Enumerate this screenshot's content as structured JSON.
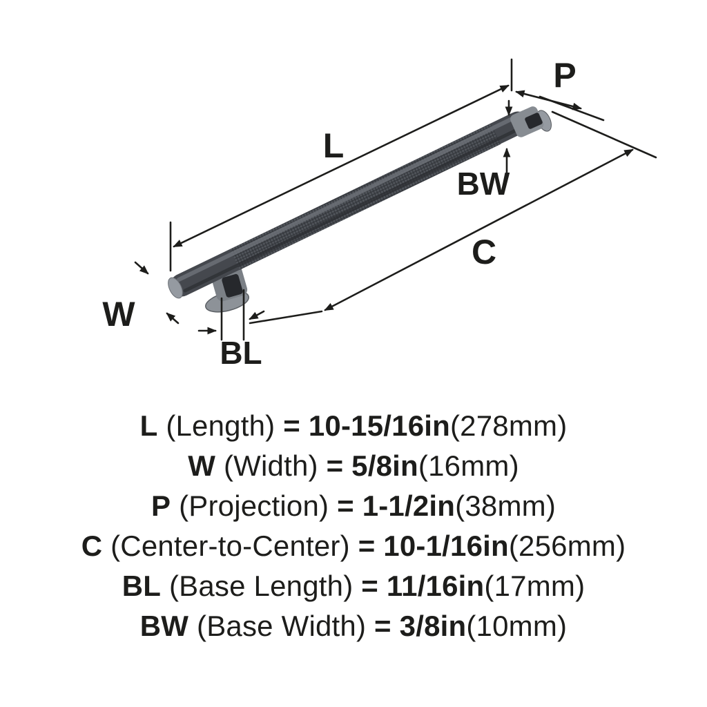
{
  "diagram": {
    "labels": {
      "length": "L",
      "width": "W",
      "projection": "P",
      "center_to_center": "C",
      "base_length": "BL",
      "base_width": "BW"
    }
  },
  "specs": [
    {
      "symbol": "L",
      "name": "(Length)",
      "equals": "=",
      "value": "10-15/16in",
      "metric": "(278mm)"
    },
    {
      "symbol": "W",
      "name": "(Width)",
      "equals": "=",
      "value": "5/8in",
      "metric": "(16mm)"
    },
    {
      "symbol": "P",
      "name": "(Projection)",
      "equals": "=",
      "value": "1-1/2in",
      "metric": "(38mm)"
    },
    {
      "symbol": "C",
      "name": "(Center-to-Center)",
      "equals": "=",
      "value": "10-1/16in",
      "metric": "(256mm)"
    },
    {
      "symbol": "BL",
      "name": "(Base Length)",
      "equals": "=",
      "value": "11/16in",
      "metric": "(17mm)"
    },
    {
      "symbol": "BW",
      "name": "(Base Width)",
      "equals": "=",
      "value": "3/8in",
      "metric": "(10mm)"
    }
  ],
  "colors": {
    "line": "#1d1d1b",
    "text": "#1d1d1b",
    "background": "#ffffff",
    "handle_dark": "#45484e",
    "handle_highlight": "#6f737a",
    "handle_shadow": "#2b2d31",
    "knurl_base": "#51555b",
    "knurl_cross": "#34373c",
    "post": "#7b8086",
    "cap_light": "#8d9298",
    "cap_mid": "#878c92",
    "cap_face": "#959aa1",
    "slot_dark": "#26282c"
  }
}
